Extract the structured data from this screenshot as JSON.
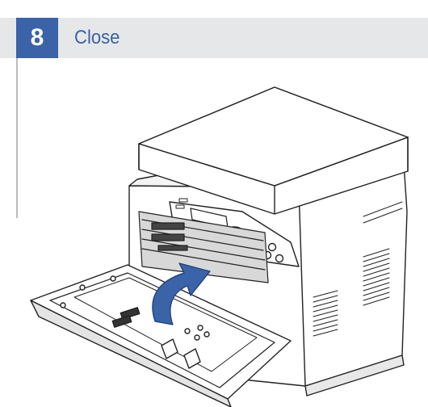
{
  "step": {
    "number": "8",
    "title": "Close"
  },
  "colors": {
    "accent": "#3a63a8",
    "header_bg": "#e6e7e9",
    "arrow": "#3a63a8"
  },
  "illustration": {
    "subject": "printer-closing-front-cover",
    "arrow_icon": "curved-arrow-icon"
  }
}
